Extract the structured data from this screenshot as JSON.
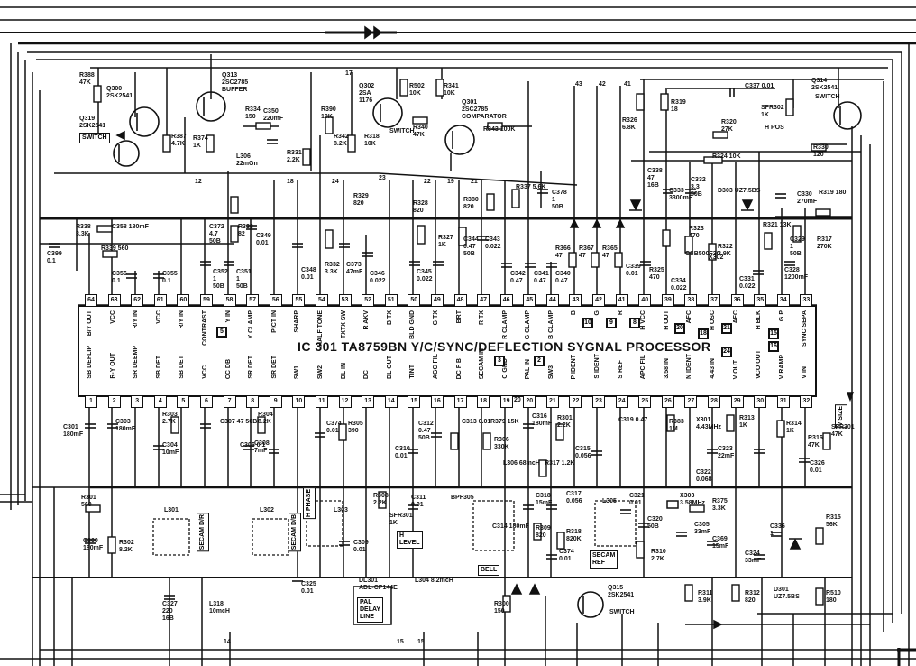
{
  "ic": {
    "title": "IC 301 TA8759BN  Y/C/SYNC/DEFLECTION  SYGNAL PROCESSOR"
  },
  "top_pins": [
    {
      "num": "64",
      "label": "B/Y OUT"
    },
    {
      "num": "63",
      "label": "VCC"
    },
    {
      "num": "62",
      "label": "R/Y IN"
    },
    {
      "num": "61",
      "label": "VCC"
    },
    {
      "num": "60",
      "label": "R/Y IN"
    },
    {
      "num": "59",
      "label": "CONTRAST"
    },
    {
      "num": "58",
      "label": "Y IN"
    },
    {
      "num": "57",
      "label": "Y CLAMP"
    },
    {
      "num": "56",
      "label": "PICT IN"
    },
    {
      "num": "55",
      "label": "SHARP"
    },
    {
      "num": "54",
      "label": "HALF TONE"
    },
    {
      "num": "53",
      "label": "TXTX SW"
    },
    {
      "num": "52",
      "label": "R AKV"
    },
    {
      "num": "51",
      "label": "B TX"
    },
    {
      "num": "50",
      "label": "BLD GND"
    },
    {
      "num": "49",
      "label": "G TX"
    },
    {
      "num": "48",
      "label": "BRT"
    },
    {
      "num": "47",
      "label": "R TX"
    },
    {
      "num": "46",
      "label": "R CLAMP"
    },
    {
      "num": "45",
      "label": "G CLAMP"
    },
    {
      "num": "44",
      "label": "B CLAMP"
    },
    {
      "num": "43",
      "label": "B"
    },
    {
      "num": "42",
      "label": "G"
    },
    {
      "num": "41",
      "label": "R"
    },
    {
      "num": "40",
      "label": "H VCC"
    },
    {
      "num": "39",
      "label": "H OUT"
    },
    {
      "num": "38",
      "label": "AFC"
    },
    {
      "num": "37",
      "label": "H OSC"
    },
    {
      "num": "36",
      "label": "AFC"
    },
    {
      "num": "35",
      "label": "H BLK"
    },
    {
      "num": "34",
      "label": "G P"
    },
    {
      "num": "33",
      "label": "SYNC SEPA"
    }
  ],
  "bottom_pins": [
    {
      "num": "1",
      "label": "SB DEFLIP"
    },
    {
      "num": "2",
      "label": "R-Y OUT"
    },
    {
      "num": "3",
      "label": "SR DEEMP"
    },
    {
      "num": "4",
      "label": "SB DET"
    },
    {
      "num": "5",
      "label": "SB DET"
    },
    {
      "num": "6",
      "label": "VCC"
    },
    {
      "num": "7",
      "label": "CC DB"
    },
    {
      "num": "8",
      "label": "SR DET"
    },
    {
      "num": "9",
      "label": "SR DET"
    },
    {
      "num": "10",
      "label": "SW1"
    },
    {
      "num": "11",
      "label": "SW2"
    },
    {
      "num": "12",
      "label": "DL IN"
    },
    {
      "num": "13",
      "label": "DC"
    },
    {
      "num": "14",
      "label": "DL OUT"
    },
    {
      "num": "15",
      "label": "TINT"
    },
    {
      "num": "16",
      "label": "AGC FIL"
    },
    {
      "num": "17",
      "label": "DC F B"
    },
    {
      "num": "18",
      "label": "SECAM IN"
    },
    {
      "num": "19",
      "label": "C GND"
    },
    {
      "num": "20",
      "label": "PAL IN"
    },
    {
      "num": "21",
      "label": "SW3"
    },
    {
      "num": "22",
      "label": "P IDENT"
    },
    {
      "num": "23",
      "label": "S IDENT"
    },
    {
      "num": "24",
      "label": "S REF"
    },
    {
      "num": "25",
      "label": "APC FIL"
    },
    {
      "num": "26",
      "label": "3.58 IN"
    },
    {
      "num": "27",
      "label": "N IDENT"
    },
    {
      "num": "28",
      "label": "4.43 IN"
    },
    {
      "num": "29",
      "label": "V OUT"
    },
    {
      "num": "30",
      "label": "VCO OUT"
    },
    {
      "num": "31",
      "label": "V RAMP"
    },
    {
      "num": "32",
      "label": "V IN"
    }
  ],
  "transistors": {
    "q300": "Q300\n2SK2541",
    "q313": "Q313\n2SC2785\nBUFFER",
    "q319": "Q319\n2SK2541",
    "q319_box": "SWITCH",
    "q302": "Q302\n2SA\n1176",
    "q302_sw": "SWITCH",
    "q301": "Q301\n2SC2785\nCOMPARATOR",
    "q314": "Q314\n2SK2541",
    "q314_sw": "SWITCH",
    "q315": "Q315\n2SK2541",
    "q315_sw": "SWITCH"
  },
  "parts_top": [
    "R388\n47K",
    "R387\n4.7K",
    "R334\n150",
    "C350\n220mF",
    "R374\n1K",
    "L306\n22mGn",
    "R390\n10K",
    "R342\n8.2K",
    "R318\n10K",
    "R502\n10K",
    "R341\n10K",
    "R340\n47K",
    "R343 100K",
    "R331\n2.2K",
    "R338\n3.3K",
    "C358 180mF",
    "R339 560",
    "C399\n0.1",
    "C372\n4.7\n50B",
    "R333\n82",
    "C349\n0.01",
    "R329\n820",
    "R328\n820",
    "R327\n1K",
    "C344\n0.47\n50B",
    "C343\n0.022",
    "R380\n820",
    "R337 5.6K",
    "C378\n1\n50B",
    "C356\n0.1",
    "C355\n0.1",
    "C352\n1\n50B",
    "C351\n1\n50B",
    "C348\n0.01",
    "R332\n3.3K",
    "C373\n47mF",
    "C346\n0.022",
    "C345\n0.022",
    "C342\n0.47",
    "C341\n0.47",
    "C340\n0.47",
    "R366\n47",
    "R367\n47",
    "R365\n47",
    "C339\n0.01",
    "R326\n6.8K",
    "R319\n18",
    "C337 0.01",
    "SFR302\n1K",
    "R320\n27K",
    "H POS",
    "R330\n120",
    "C338\n47\n16B",
    "R324 10K",
    "C330\n270mF",
    "R319 180",
    "C332\n3.3\n50B",
    "C333\n3300mF",
    "R325\n470",
    "R323\n470",
    "R322\n3.9K",
    "C334\n0.022",
    "C331\n0.022",
    "R321 13K",
    "C329\n1\n50B",
    "R317\n270K",
    "C328\n1200mF",
    "D303 UZ7.5BS",
    "CSB500F30",
    "X302"
  ],
  "parts_bottom": [
    "C301\n180mF",
    "C303\n180mF",
    "R303\n2.7K",
    "C304\n10mF",
    "C307 47 50B",
    "C306 0.1",
    "R304\n8.2K",
    "C308\n7mF",
    "C374\n0.01",
    "R305\n390",
    "C310\n0.01",
    "C312\n0.47\n50B",
    "C313 0.01",
    "R379 15K",
    "C316\n180mF",
    "R301\n2.2K",
    "C315\n0.056",
    "C319 0.47",
    "R383\n1M",
    "X301\n4.43MHz",
    "C322\n0.068",
    "R313\n1K",
    "C323\n22mF",
    "R314\n1K",
    "R316\n47K",
    "C326\n0.01",
    "SFR301\n47K",
    "R301\n560",
    "C300\n180mF",
    "R302\n8.2K",
    "L301",
    "L302",
    "L303",
    "R308\n2.2K",
    "SFR301\n1K",
    "C311\n0.01",
    "C309\n0.01",
    "C325\n0.01",
    "C327\n220\n16B",
    "L318\n10mcH",
    "DL301\nADL-CP144E",
    "L304 8.2mcH",
    "BPF305",
    "C314 180mF",
    "C318\n15mF",
    "R309\n820",
    "C317\n0.056",
    "L305",
    "R318\n820K",
    "C374\n0.01",
    "C321\n0.01",
    "C320\n50B",
    "R310\n2.7K",
    "X303\n3.58MHz",
    "C305\n33mF",
    "R375\n3.3K",
    "C369\n15mF",
    "C324\n33mF",
    "C336\n1",
    "R315\n56K",
    "R300\n150",
    "R311\n3.9K",
    "R312\n820",
    "D301\nUZ7.5BS",
    "R510\n180",
    "R306\n330K",
    "L306 68mcH",
    "R317 1.2K"
  ],
  "labels": {
    "secam_d_r": "SECAM D/R",
    "secam_d_b": "SECAM D/B",
    "h_phase": "H PHASE",
    "h_level": "H\nLEVEL",
    "pal_delay_line": "PAL\nDELAY\nLINE",
    "secam_ref": "SECAM\nREF",
    "bell": "BELL",
    "vsize": "V SIZE"
  },
  "connectors_top": [
    "5",
    "10",
    "9",
    "8",
    "20",
    "18",
    "21",
    "15",
    "16",
    "24"
  ],
  "connectors_bottom": [
    "3",
    "2"
  ],
  "wire_numbers": [
    "43",
    "42",
    "41",
    "17",
    "12",
    "18",
    "23",
    "22",
    "19",
    "21",
    "24",
    "14",
    "15",
    "15",
    "20"
  ]
}
